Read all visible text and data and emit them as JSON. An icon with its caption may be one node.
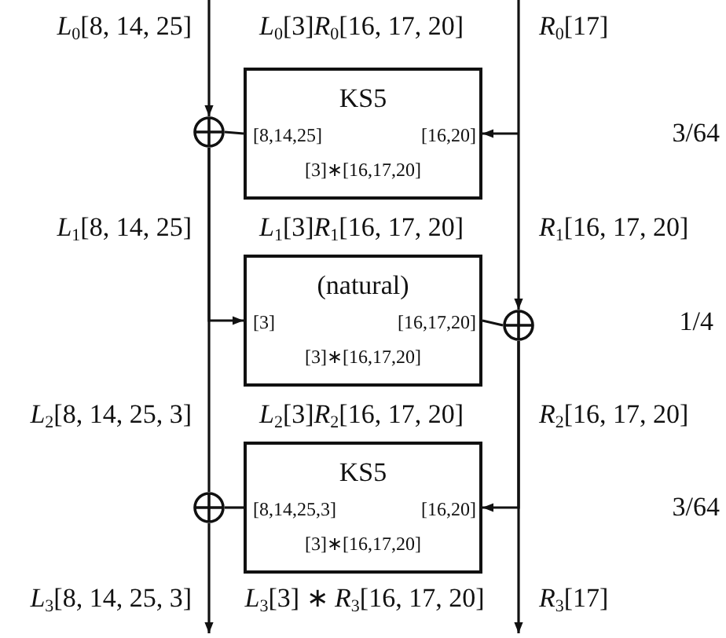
{
  "diagram": {
    "nodes": [
      {
        "text": [
          "KS5",
          "[8,14,25]",
          "[16,20]",
          "[3]∗[16,17,20]"
        ]
      },
      {
        "text": [],
        "shape": "circle"
      },
      {
        "text": [
          "(natural)",
          "[3]",
          "[16,17,20]",
          "[3]∗[16,17,20]"
        ]
      },
      {
        "text": [],
        "shape": "circle"
      },
      {
        "text": [
          "KS5",
          "[8,14,25,3]",
          "[16,20]",
          "[3]∗[16,17,20]"
        ]
      },
      {
        "text": [],
        "shape": "circle"
      }
    ],
    "edges": [
      {
        "from": null,
        "to": 1,
        "arrow": "to"
      },
      {
        "from": 0,
        "to": 1,
        "arrow": "none"
      },
      {
        "from": null,
        "to": 0,
        "arrow": "to"
      },
      {
        "from": 1,
        "to": 5,
        "arrow": "none"
      },
      {
        "from": 1,
        "to": 2,
        "arrow": "to"
      },
      {
        "from": 2,
        "to": 3,
        "arrow": "none"
      },
      {
        "from": null,
        "to": 3,
        "arrow": "to"
      },
      {
        "from": 3,
        "to": null,
        "arrow": "to"
      },
      {
        "from": 3,
        "to": 4,
        "arrow": "to"
      },
      {
        "from": 4,
        "to": 5,
        "arrow": "none"
      },
      {
        "from": 5,
        "to": null,
        "arrow": "to"
      }
    ],
    "labels": [
      "*L*$_{0}$[8, 14, 25]",
      "*L*$_{0}$[3]*R*$_{0}$[16, 17, 20]",
      "*R*$_{0}$[17]",
      "3/64",
      "*L*$_{1}$[8, 14, 25]",
      "*L*$_{1}$[3]*R*$_{1}$[16, 17, 20]",
      "*R*$_{1}$[16, 17, 20]",
      "1/4",
      "*L*$_{2}$[8, 14, 25, 3]",
      "*L*$_{2}$[3]*R*$_{2}$[16, 17, 20]",
      "*R*$_{2}$[16, 17, 20]",
      "3/64",
      "*L*$_{3}$[8, 14, 25, 3]",
      "*L*$_{3}$[3] ∗ *R*$_{3}$[16, 17, 20]",
      "*R*$_{3}$[17]"
    ]
  }
}
